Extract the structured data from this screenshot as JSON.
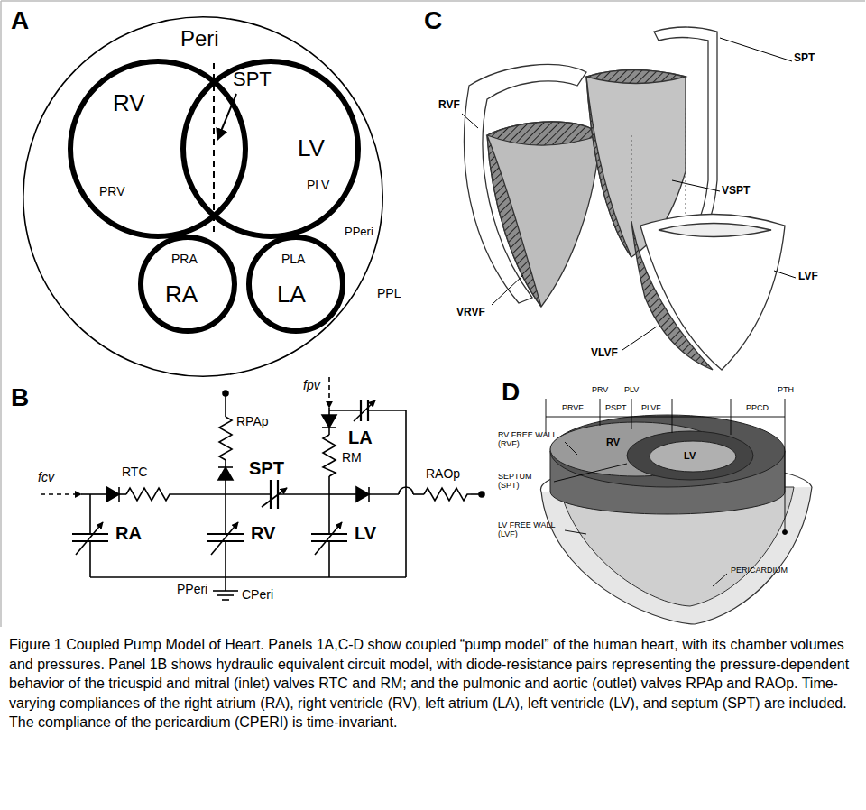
{
  "diagram": {
    "caption": "Figure 1 Coupled Pump Model of Heart. Panels 1A,C-D show coupled “pump model” of the human heart, with its chamber volumes and pressures. Panel 1B shows hydraulic equivalent circuit model, with diode-resistance pairs representing the pressure-dependent behavior of the tricuspid and mitral (inlet) valves RTC and RM; and the pulmonic and aortic (outlet) valves RPAp and RAOp. Time-varying compliances of the right atrium (RA), right ventricle (RV), left atrium (LA), left ventricle (LV), and septum (SPT) are included. The compliance of the pericardium (CPERI) is time-invariant.",
    "nodes": [
      {
        "text": [
          "Peri",
          "PPeri"
        ]
      },
      {
        "text": [
          "RV",
          "PRV"
        ],
        "in": 0
      },
      {
        "text": [
          "LV",
          "PLV"
        ],
        "in": 0
      },
      {
        "text": [
          "PRA",
          "RA"
        ],
        "in": 0
      },
      {
        "text": [
          "PLA",
          "LA"
        ],
        "in": 0
      }
    ],
    "edges": [],
    "labels": [
      "A",
      "SPT",
      "PPL",
      "B",
      "fcv",
      "RTC",
      "RPAp",
      "SPT",
      "fpv",
      "LA",
      "RM",
      "RAOp",
      "RA",
      "RV",
      "LV",
      "PPeri",
      "CPeri",
      "C",
      "RVF",
      "SPT",
      "VSPT",
      "VRVF",
      "LVF",
      "VLVF",
      "D",
      "PRVF",
      "PRV",
      "PSPT",
      "PLV",
      "PLVF",
      "PPCD",
      "PTH",
      "RV FREE WALL (RVF)",
      "SEPTUM (SPT)",
      "LV FREE WALL (LVF)",
      "PERICARDIUM",
      "RV",
      "LV"
    ]
  }
}
